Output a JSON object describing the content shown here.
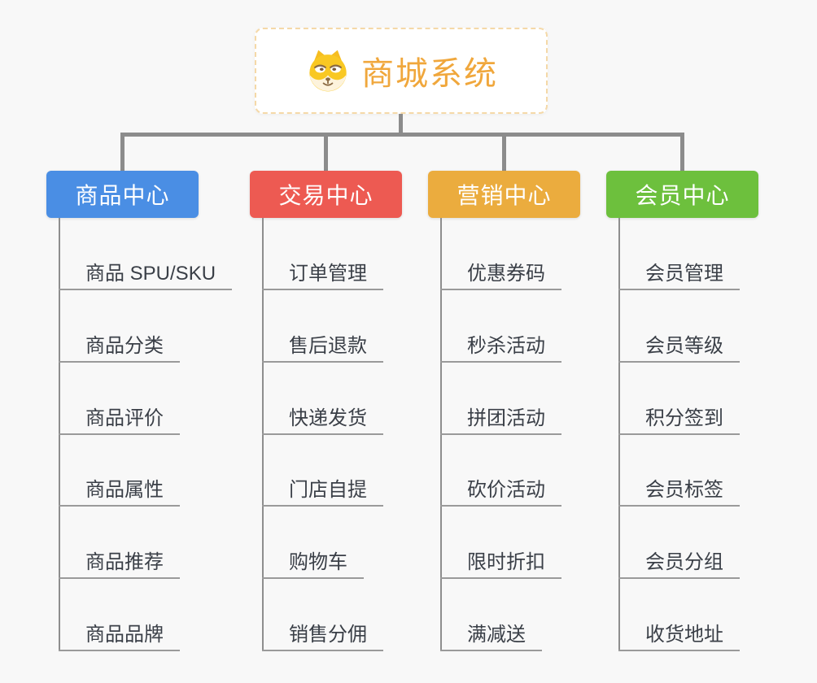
{
  "canvas": {
    "background": "#f8f8f8",
    "connector_color": "#8c8c8c",
    "leaf_underline_color": "#9a9a9a",
    "leaf_text_color": "#3a3f47"
  },
  "root": {
    "title": "商城系统",
    "title_color": "#f0a73c",
    "border_color": "#f5d9a8",
    "icon": "dog-face-icon"
  },
  "branches": [
    {
      "label": "商品中心",
      "color": "#4a8ee4",
      "items": [
        "商品 SPU/SKU",
        "商品分类",
        "商品评价",
        "商品属性",
        "商品推荐",
        "商品品牌"
      ]
    },
    {
      "label": "交易中心",
      "color": "#ed5a52",
      "items": [
        "订单管理",
        "售后退款",
        "快递发货",
        "门店自提",
        "购物车",
        "销售分佣"
      ]
    },
    {
      "label": "营销中心",
      "color": "#ebac3e",
      "items": [
        "优惠券码",
        "秒杀活动",
        "拼团活动",
        "砍价活动",
        "限时折扣",
        "满减送"
      ]
    },
    {
      "label": "会员中心",
      "color": "#6dc03d",
      "items": [
        "会员管理",
        "会员等级",
        "积分签到",
        "会员标签",
        "会员分组",
        "收货地址"
      ]
    }
  ]
}
